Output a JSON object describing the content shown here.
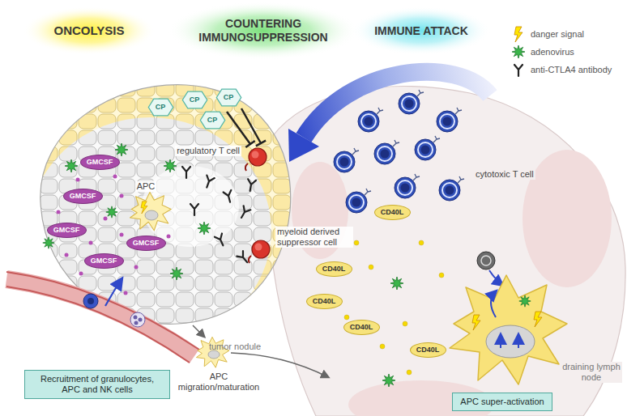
{
  "diagram": {
    "nodes": [
      {
        "text": [
          "CP"
        ]
      },
      {
        "text": [
          "CP"
        ]
      },
      {
        "text": [
          "CP"
        ]
      },
      {
        "text": [
          "CP"
        ]
      },
      {
        "text": [
          "GMCSF"
        ]
      },
      {
        "text": [
          "GMCSF"
        ]
      },
      {
        "text": [
          "GMCSF"
        ]
      },
      {
        "text": [
          "GMCSF"
        ]
      },
      {
        "text": [
          "GMCSF"
        ]
      },
      {
        "text": [
          "CD40L"
        ]
      },
      {
        "text": [
          "CD40L"
        ]
      },
      {
        "text": [
          "CD40L"
        ]
      },
      {
        "text": [
          "CD40L"
        ]
      },
      {
        "text": [
          "CD40L"
        ]
      },
      {
        "text": [
          "Recruitment of granulocytes, APC and NK cells"
        ]
      },
      {
        "text": [
          "APC super-activation"
        ]
      }
    ],
    "labels": [
      "ONCOLYSIS",
      "COUNTERING IMMUNOSUPPRESSION",
      "IMMUNE ATTACK",
      "regulatory T cell",
      "myeloid derived suppressor cell",
      "APC",
      "tumor nodule",
      "APC migration/maturation",
      "cytotoxic T cell",
      "draining lymph node"
    ],
    "legend": [
      {
        "text": "danger signal"
      },
      {
        "text": "adenovirus"
      },
      {
        "text": "anti-CTLA4 antibody"
      }
    ]
  }
}
